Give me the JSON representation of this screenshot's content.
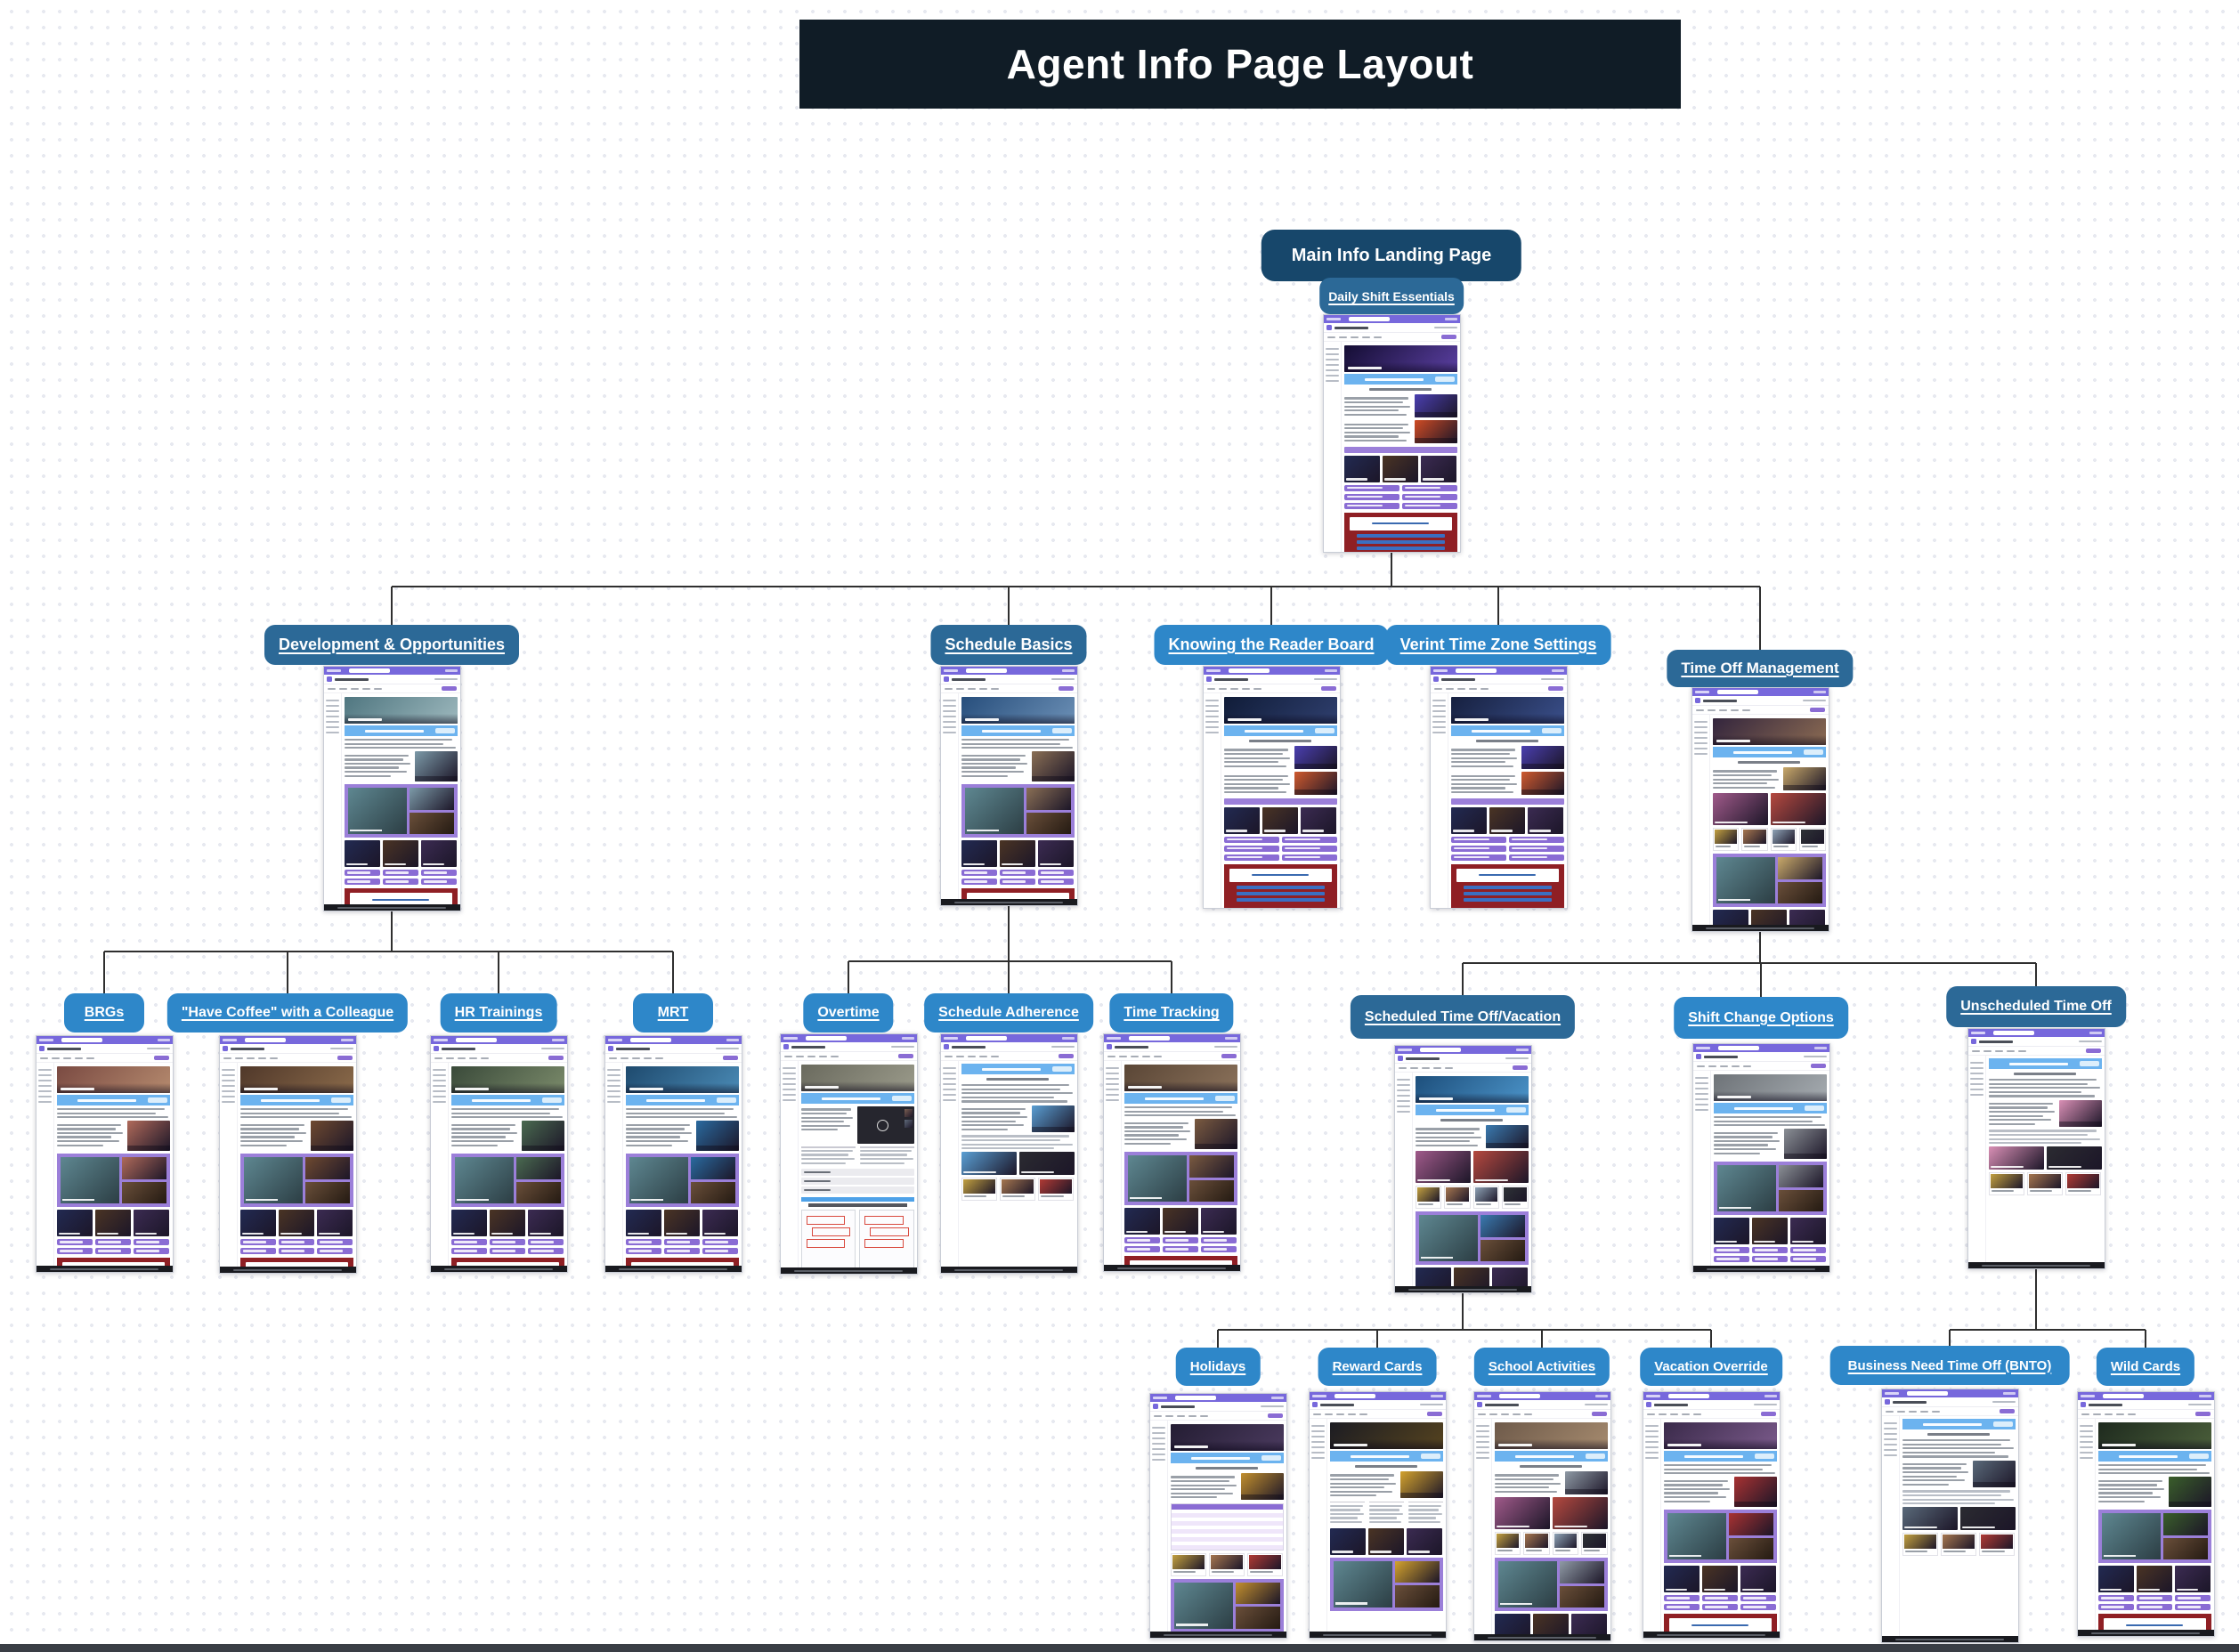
{
  "title": "Agent Info Page Layout",
  "colors": {
    "background": "#ffffff",
    "dot_grid": "#e7e9f0",
    "title_bg": "#101c26",
    "title_text": "#ffffff",
    "node_navy": "#17476b",
    "node_dark_blue": "#2c6997",
    "node_light_blue": "#2e87c9",
    "node_text": "#ffffff",
    "connector": "#2f2f2f",
    "thumb_topbar_purple": "#7768dc",
    "thumb_banner_blue": "#6cb3ef",
    "thumb_panel_purple": "#9b7fd9",
    "thumb_pill_purple": "#8a6cd4",
    "thumb_footer_red": "#8f1f24",
    "bottom_strip": "#3a3e45"
  },
  "nodes": {
    "main-info-landing-page": {
      "label": "Main Info Landing Page",
      "variant": "navy",
      "underline": false,
      "parent": null
    },
    "daily-shift-essentials": {
      "label": "Daily Shift Essentials",
      "variant": "dark",
      "underline": true,
      "parent": "main-info-landing-page",
      "thumb": {
        "kind": "landing",
        "hero": [
          "#140d33",
          "#5a3fa0"
        ],
        "img": "#cf4b24"
      }
    },
    "development-opportunities": {
      "label": "Development & Opportunities",
      "variant": "dark",
      "underline": true,
      "parent": "main-info-landing-page",
      "thumb": {
        "kind": "article",
        "hero": [
          "#4f7680",
          "#9db8bd"
        ],
        "img": "#7c9aa8"
      }
    },
    "schedule-basics": {
      "label": "Schedule Basics",
      "variant": "dark",
      "underline": true,
      "parent": "main-info-landing-page",
      "thumb": {
        "kind": "article",
        "hero": [
          "#274e7c",
          "#6b8fb5"
        ],
        "img": "#8a6f55"
      }
    },
    "knowing-the-reader-board": {
      "label": "Knowing the Reader Board",
      "variant": "light",
      "underline": true,
      "parent": "main-info-landing-page",
      "thumb": {
        "kind": "landing",
        "hero": [
          "#101c38",
          "#2f3f6e"
        ],
        "img": "#cf5a2e"
      }
    },
    "verint-time-zone-settings": {
      "label": "Verint Time Zone Settings",
      "variant": "light",
      "underline": true,
      "parent": "main-info-landing-page",
      "thumb": {
        "kind": "landing",
        "hero": [
          "#16203f",
          "#3a4f8a"
        ],
        "img": "#cf5a2e"
      }
    },
    "time-off-management": {
      "label": "Time Off Management",
      "variant": "dark",
      "underline": true,
      "parent": "main-info-landing-page",
      "thumb": {
        "kind": "gallery",
        "hero": [
          "#33253d",
          "#8a6a52"
        ],
        "img": "#c9a96a"
      }
    },
    "brgs": {
      "label": "BRGs",
      "variant": "light",
      "underline": true,
      "parent": "development-opportunities",
      "thumb": {
        "kind": "article",
        "hero": [
          "#7a4a42",
          "#b58a6e"
        ],
        "img": "#b06a5a"
      }
    },
    "have-coffee-with-a-colleague": {
      "label": "\"Have Coffee\" with a Colleague",
      "variant": "light",
      "underline": true,
      "parent": "development-opportunities",
      "thumb": {
        "kind": "article",
        "hero": [
          "#50382a",
          "#8a6a4a"
        ],
        "img": "#6f4a30"
      }
    },
    "hr-trainings": {
      "label": "HR Trainings",
      "variant": "light",
      "underline": true,
      "parent": "development-opportunities",
      "thumb": {
        "kind": "article",
        "hero": [
          "#3a4a3a",
          "#7a8a6a"
        ],
        "img": "#4a6a50"
      }
    },
    "mrt": {
      "label": "MRT",
      "variant": "light",
      "underline": true,
      "parent": "development-opportunities",
      "thumb": {
        "kind": "article",
        "hero": [
          "#1e4a6e",
          "#4a8ab5"
        ],
        "img": "#2a6a9f"
      }
    },
    "overtime": {
      "label": "Overtime",
      "variant": "light",
      "underline": true,
      "parent": "schedule-basics",
      "thumb": {
        "kind": "video",
        "hero": [
          "#6a6a5e",
          "#9a9a8a"
        ],
        "img": "#2a2a30"
      }
    },
    "schedule-adherence": {
      "label": "Schedule Adherence",
      "variant": "light",
      "underline": true,
      "parent": "schedule-basics",
      "thumb": {
        "kind": "doc",
        "hero": [
          "#3f6fa8",
          "#85b5e0"
        ],
        "img": "#5a9fd4"
      }
    },
    "time-tracking": {
      "label": "Time Tracking",
      "variant": "light",
      "underline": true,
      "parent": "schedule-basics",
      "thumb": {
        "kind": "article",
        "hero": [
          "#5a4636",
          "#8a715a"
        ],
        "img": "#7a5a40"
      }
    },
    "scheduled-time-off-vacation": {
      "label": "Scheduled Time Off/Vacation",
      "variant": "dark",
      "underline": true,
      "parent": "time-off-management",
      "thumb": {
        "kind": "gallery",
        "hero": [
          "#1d4f7c",
          "#4b93c8"
        ],
        "img": "#3a7ab0"
      }
    },
    "shift-change-options": {
      "label": "Shift Change Options",
      "variant": "light",
      "underline": true,
      "parent": "time-off-management",
      "thumb": {
        "kind": "article",
        "hero": [
          "#6e7378",
          "#a5abb0"
        ],
        "img": "#8a8f95"
      }
    },
    "unscheduled-time-off": {
      "label": "Unscheduled Time Off",
      "variant": "dark",
      "underline": true,
      "parent": "time-off-management",
      "thumb": {
        "kind": "doc",
        "hero": [
          "#2a3f5e",
          "#5a7a9e"
        ],
        "img": "#d98fb5"
      }
    },
    "holidays": {
      "label": "Holidays",
      "variant": "light",
      "underline": true,
      "parent": "scheduled-time-off-vacation",
      "thumb": {
        "kind": "table",
        "hero": [
          "#241d33",
          "#4a3a5e"
        ],
        "img": "#c28f2e"
      }
    },
    "reward-cards": {
      "label": "Reward Cards",
      "variant": "light",
      "underline": true,
      "parent": "scheduled-time-off-vacation",
      "thumb": {
        "kind": "cols",
        "hero": [
          "#1c1c22",
          "#55431f"
        ],
        "img": "#d4a32e"
      }
    },
    "school-activities": {
      "label": "School Activities",
      "variant": "light",
      "underline": true,
      "parent": "scheduled-time-off-vacation",
      "thumb": {
        "kind": "gallery",
        "hero": [
          "#6e5a4a",
          "#a58a6e"
        ],
        "img": "#8f9aa5"
      }
    },
    "vacation-override": {
      "label": "Vacation Override",
      "variant": "light",
      "underline": true,
      "parent": "scheduled-time-off-vacation",
      "thumb": {
        "kind": "article",
        "hero": [
          "#3a2a4a",
          "#7a5a8a"
        ],
        "img": "#a83232"
      }
    },
    "business-need-time-off-bnto": {
      "label": "Business Need Time Off (BNTO)",
      "variant": "light",
      "underline": true,
      "parent": "unscheduled-time-off",
      "thumb": {
        "kind": "doc",
        "hero": [
          "#2f3f52",
          "#5e7288"
        ],
        "img": "#5a6a7a"
      }
    },
    "wild-cards": {
      "label": "Wild Cards",
      "variant": "light",
      "underline": true,
      "parent": "unscheduled-time-off",
      "thumb": {
        "kind": "article",
        "hero": [
          "#1e2a1e",
          "#4a5e3a"
        ],
        "img": "#3a5e2a"
      }
    }
  },
  "edges": {
    "main-info-landing-page": [
      "development-opportunities",
      "schedule-basics",
      "knowing-the-reader-board",
      "verint-time-zone-settings",
      "time-off-management"
    ],
    "development-opportunities": [
      "brgs",
      "have-coffee-with-a-colleague",
      "hr-trainings",
      "mrt"
    ],
    "schedule-basics": [
      "overtime",
      "schedule-adherence",
      "time-tracking"
    ],
    "time-off-management": [
      "scheduled-time-off-vacation",
      "shift-change-options",
      "unscheduled-time-off"
    ],
    "scheduled-time-off-vacation": [
      "holidays",
      "reward-cards",
      "school-activities",
      "vacation-override"
    ],
    "unscheduled-time-off": [
      "business-need-time-off-bnto",
      "wild-cards"
    ]
  }
}
